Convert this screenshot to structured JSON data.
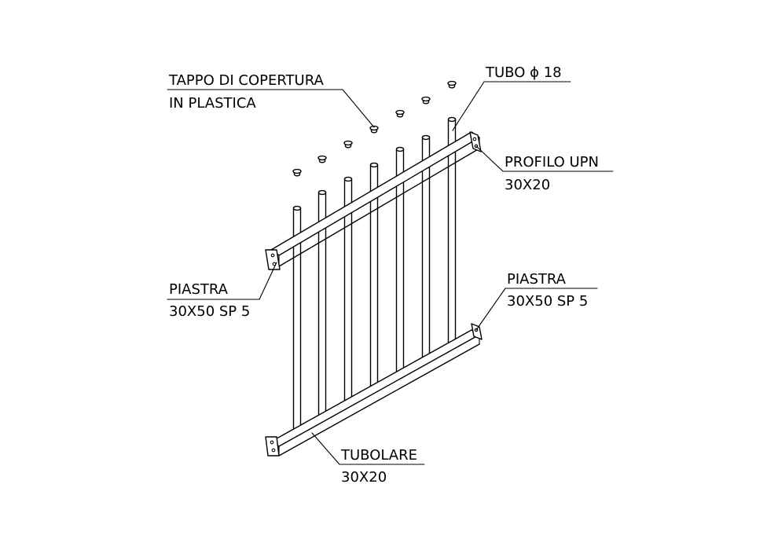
{
  "labels": {
    "cap_line1": "TAPPO DI COPERTURA",
    "cap_line2": "IN PLASTICA",
    "tube": "TUBO ϕ 18",
    "upn_line1": "PROFILO UPN",
    "upn_line2": "30X20",
    "plate_left_line1": "PIASTRA",
    "plate_left_line2": "30X50 SP 5",
    "plate_right_line1": "PIASTRA",
    "plate_right_line2": "30X50 SP 5",
    "tubular_line1": "TUBOLARE",
    "tubular_line2": "30X20"
  },
  "colors": {
    "line": "#000000",
    "background": "#ffffff"
  }
}
